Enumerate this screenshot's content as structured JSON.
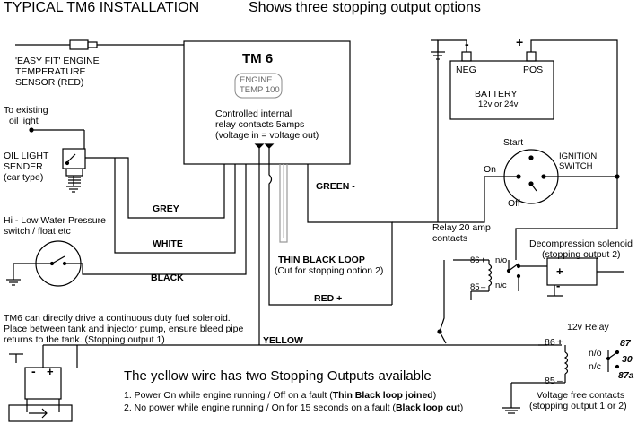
{
  "title_main": "TYPICAL TM6 INSTALLATION",
  "title_sub": "Shows three stopping output options",
  "tm6": {
    "title": "TM 6",
    "engine_temp": [
      "ENGINE",
      "TEMP 100"
    ],
    "relay_note": [
      "Controlled internal",
      "relay contacts 5amps",
      "(voltage in = voltage out)"
    ]
  },
  "temp_sensor": [
    "'EASY FIT' ENGINE",
    "TEMPERATURE",
    "SENSOR (RED)"
  ],
  "oil_light": [
    "To existing",
    "oil light"
  ],
  "oil_sender": [
    "OIL  LIGHT",
    "SENDER",
    "(car type)"
  ],
  "water_switch": [
    "Hi - Low Water Pressure",
    "switch / float etc"
  ],
  "wires": {
    "grey": "GREY",
    "white": "WHITE",
    "black": "BLACK",
    "green": "GREEN -",
    "red": "RED +",
    "yellow": "YELLOW"
  },
  "loop": [
    "THIN BLACK LOOP",
    "(Cut for stopping option 2)"
  ],
  "battery": {
    "neg_sign": "-",
    "pos_sign": "+",
    "neg": "NEG",
    "pos": "POS",
    "label": "BATTERY",
    "volts": "12v or 24v"
  },
  "ignition": {
    "start": "Start",
    "on": "On",
    "off": "Off",
    "label": [
      "IGNITION",
      "SWITCH"
    ]
  },
  "relay20": {
    "label": [
      "Relay 20 amp",
      "contacts"
    ],
    "p86": "86",
    "plus": "+",
    "p85": "85",
    "dash": "–",
    "no": "n/o",
    "nc": "n/c"
  },
  "decomp": [
    "Decompression solenoid",
    "(stopping output 2)"
  ],
  "solenoid_signs": {
    "plus": "+",
    "minus": "-"
  },
  "tm6_note": [
    "TM6 can directly drive a  continuous duty fuel solenoid.",
    "Place between tank and injector pump, ensure bleed pipe",
    "returns to the tank. (Stopping output 1)"
  ],
  "yellow_note": "The yellow wire has two Stopping Outputs available",
  "options": {
    "o1_prefix": "1. Power On while engine running / Off on a fault (",
    "o1_bold": "Thin Black loop joined",
    "o1_suffix": ")",
    "o2_prefix": "2. No power while engine running / On for 15 seconds on a fault (",
    "o2_bold": "Black loop cut",
    "o2_suffix": ")"
  },
  "relay12": {
    "label": "12v  Relay",
    "p86": "86",
    "plus": "+",
    "p85": "85",
    "dash": "–",
    "no": "n/o",
    "nc": "n/c",
    "t87": "87",
    "t30": "30",
    "t87a": "87a"
  },
  "voltage_free": [
    "Voltage free contacts",
    "(stopping output 1 or 2)"
  ],
  "solenoid1_signs": {
    "minus": "-",
    "plus": "+"
  }
}
